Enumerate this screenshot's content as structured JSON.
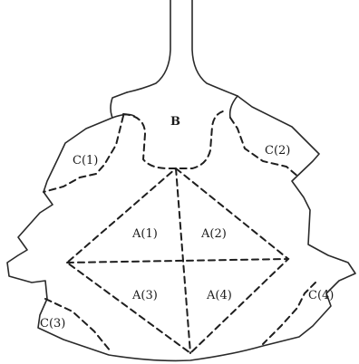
{
  "diagram": {
    "labels": {
      "b": "B",
      "c1": "C(1)",
      "c2": "C(2)",
      "c3": "C(3)",
      "c4": "C(4)",
      "a1": "A(1)",
      "a2": "A(2)",
      "a3": "A(3)",
      "a4": "A(4)"
    }
  }
}
